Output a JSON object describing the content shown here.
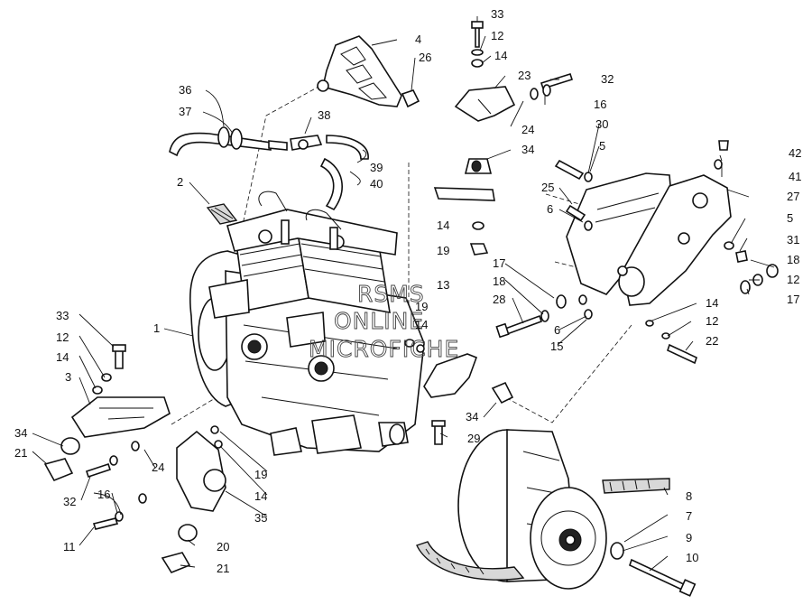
{
  "watermark": {
    "lines": [
      "RSMS",
      "ONLINE",
      "MICROFICHE"
    ]
  },
  "callouts": [
    {
      "num": "33"
    },
    {
      "num": "12"
    },
    {
      "num": "14"
    },
    {
      "num": "23"
    },
    {
      "num": "32"
    },
    {
      "num": "16"
    },
    {
      "num": "24"
    },
    {
      "num": "34"
    },
    {
      "num": "4"
    },
    {
      "num": "26"
    },
    {
      "num": "36"
    },
    {
      "num": "37"
    },
    {
      "num": "38"
    },
    {
      "num": "39"
    },
    {
      "num": "40"
    },
    {
      "num": "2"
    },
    {
      "num": "30"
    },
    {
      "num": "5"
    },
    {
      "num": "42"
    },
    {
      "num": "41"
    },
    {
      "num": "25"
    },
    {
      "num": "6"
    },
    {
      "num": "27"
    },
    {
      "num": "5"
    },
    {
      "num": "31"
    },
    {
      "num": "18"
    },
    {
      "num": "12"
    },
    {
      "num": "17"
    },
    {
      "num": "14"
    },
    {
      "num": "19"
    },
    {
      "num": "17"
    },
    {
      "num": "18"
    },
    {
      "num": "28"
    },
    {
      "num": "6"
    },
    {
      "num": "15"
    },
    {
      "num": "13"
    },
    {
      "num": "19"
    },
    {
      "num": "14"
    },
    {
      "num": "14"
    },
    {
      "num": "12"
    },
    {
      "num": "22"
    },
    {
      "num": "1"
    },
    {
      "num": "33"
    },
    {
      "num": "12"
    },
    {
      "num": "14"
    },
    {
      "num": "3"
    },
    {
      "num": "34"
    },
    {
      "num": "29"
    },
    {
      "num": "34"
    },
    {
      "num": "21"
    },
    {
      "num": "24"
    },
    {
      "num": "32"
    },
    {
      "num": "16"
    },
    {
      "num": "19"
    },
    {
      "num": "14"
    },
    {
      "num": "35"
    },
    {
      "num": "8"
    },
    {
      "num": "7"
    },
    {
      "num": "9"
    },
    {
      "num": "10"
    },
    {
      "num": "11"
    },
    {
      "num": "20"
    },
    {
      "num": "21"
    }
  ]
}
